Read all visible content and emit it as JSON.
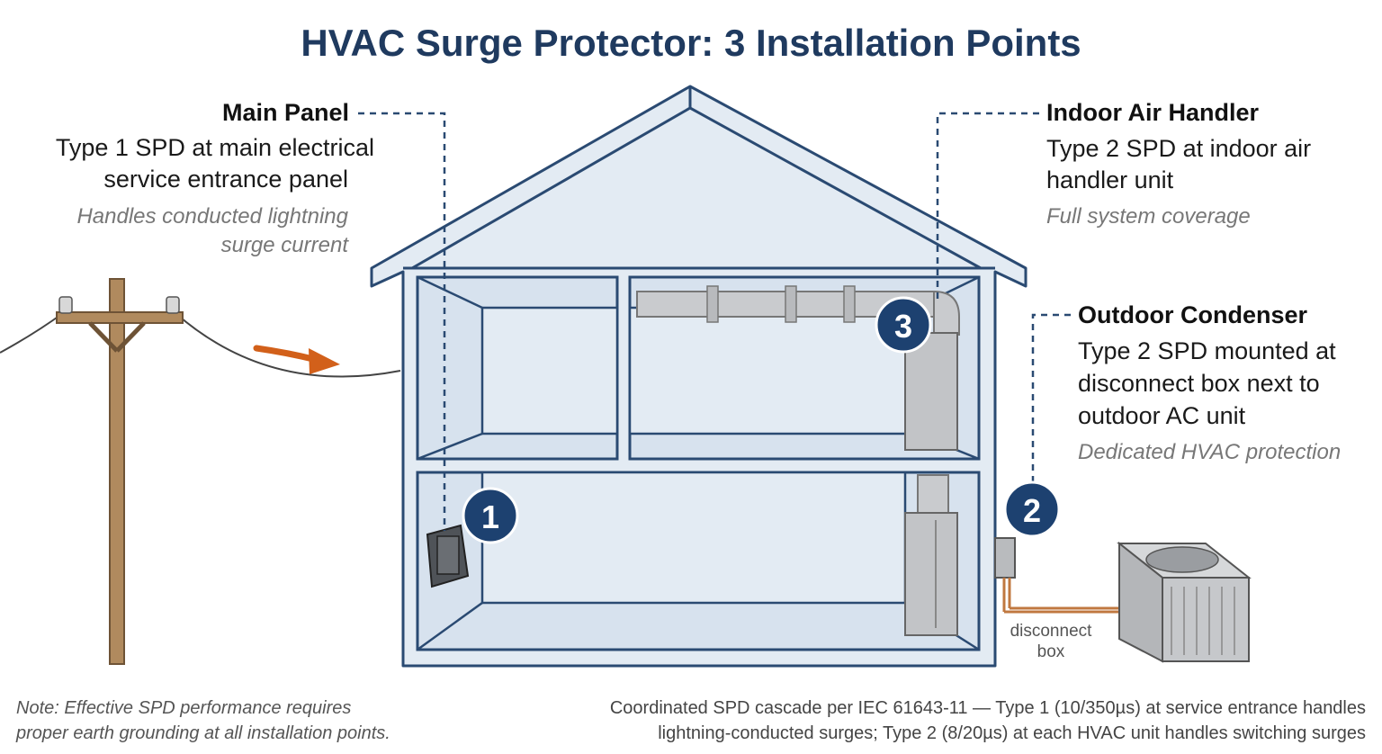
{
  "title": "HVAC Surge Protector: 3 Installation Points",
  "callouts": {
    "main_panel": {
      "heading": "Main Panel",
      "line1": "Type 1 SPD at main electrical",
      "line2": "service entrance panel",
      "note1": "Handles conducted lightning",
      "note2": "surge current",
      "marker": "1"
    },
    "indoor_air_handler": {
      "heading": "Indoor Air Handler",
      "line1": "Type 2 SPD at indoor air",
      "line2": "handler unit",
      "note1": "Full system coverage",
      "marker": "3"
    },
    "outdoor_condenser": {
      "heading": "Outdoor Condenser",
      "line1": "Type 2 SPD mounted at",
      "line2": "disconnect box next to",
      "line3": "outdoor AC unit",
      "note1": "Dedicated HVAC protection",
      "marker": "2"
    }
  },
  "disconnect_label": {
    "line1": "disconnect",
    "line2": "box"
  },
  "footer": {
    "left1": "Note: Effective SPD performance requires",
    "left2": "proper earth grounding at all installation points.",
    "right1": "Coordinated SPD cascade per IEC 61643-11 — Type 1 (10/350µs) at service entrance handles",
    "right2": "lightning-conducted surges; Type 2 (8/20µs) at each HVAC unit handles switching surges"
  },
  "colors": {
    "title": "#1f3a5f",
    "house_outline": "#2a4a72",
    "house_fill": "#e3ebf3",
    "marker": "#1d4170",
    "arrow": "#d2601a",
    "pole": "#b08a5e",
    "copper": "#c07840"
  },
  "icons": [
    "utility-pole-icon",
    "surge-arrow-icon",
    "house-cutaway-icon",
    "electrical-panel-icon",
    "ductwork-icon",
    "air-handler-icon",
    "disconnect-box-icon",
    "ac-condenser-icon"
  ]
}
